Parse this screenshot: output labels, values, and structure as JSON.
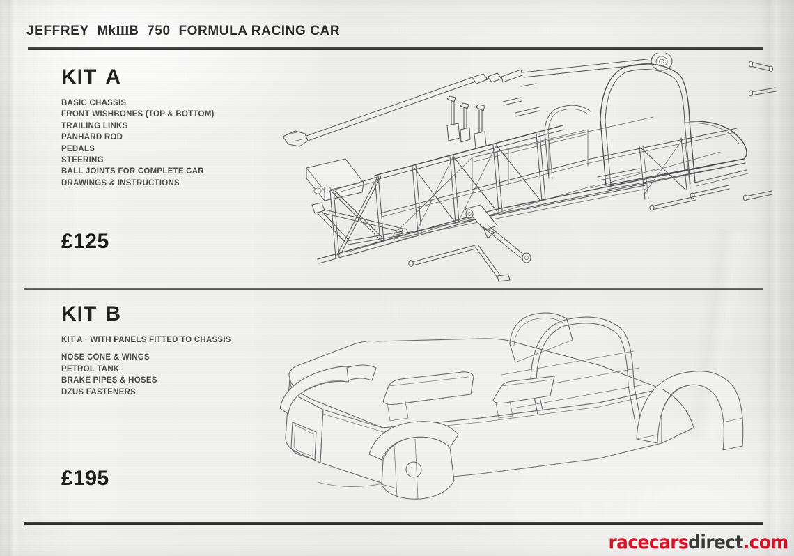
{
  "document": {
    "title": "JEFFREY  Mk IIIB  750  FORMULA RACING CAR",
    "title_parts": {
      "brand": "JEFFREY",
      "model_prefix": "Mk",
      "model_roman": "III",
      "model_suffix": "B",
      "class": "750",
      "category": "FORMULA RACING CAR"
    }
  },
  "kits": [
    {
      "name": "KIT",
      "letter": "A",
      "price": "£125",
      "items": [
        "BASIC CHASSIS",
        "FRONT WISHBONES (TOP & BOTTOM)",
        "TRAILING LINKS",
        "PANHARD ROD",
        "PEDALS",
        "STEERING",
        "BALL JOINTS FOR COMPLETE CAR",
        "DRAWINGS & INSTRUCTIONS"
      ],
      "illustration": "exploded-spaceframe-chassis-drawing"
    },
    {
      "name": "KIT",
      "letter": "B",
      "price": "£195",
      "lead_item": "KIT A · WITH PANELS FITTED TO CHASSIS",
      "items": [
        "NOSE CONE & WINGS",
        "PETROL TANK",
        "BRAKE PIPES & HOSES",
        "DZUS FASTENERS"
      ],
      "illustration": "panelled-race-car-body-drawing"
    }
  ],
  "watermark": {
    "part1": "racecars",
    "part2": "direct",
    "part3": ".com",
    "color_red": "#d8152a",
    "color_dark": "#3b3b3b"
  },
  "colors": {
    "paper": "#ececeb",
    "ink": "#2c2c2c",
    "body_text": "#4a4a4a",
    "drawing_line": "#5a5a5c"
  }
}
